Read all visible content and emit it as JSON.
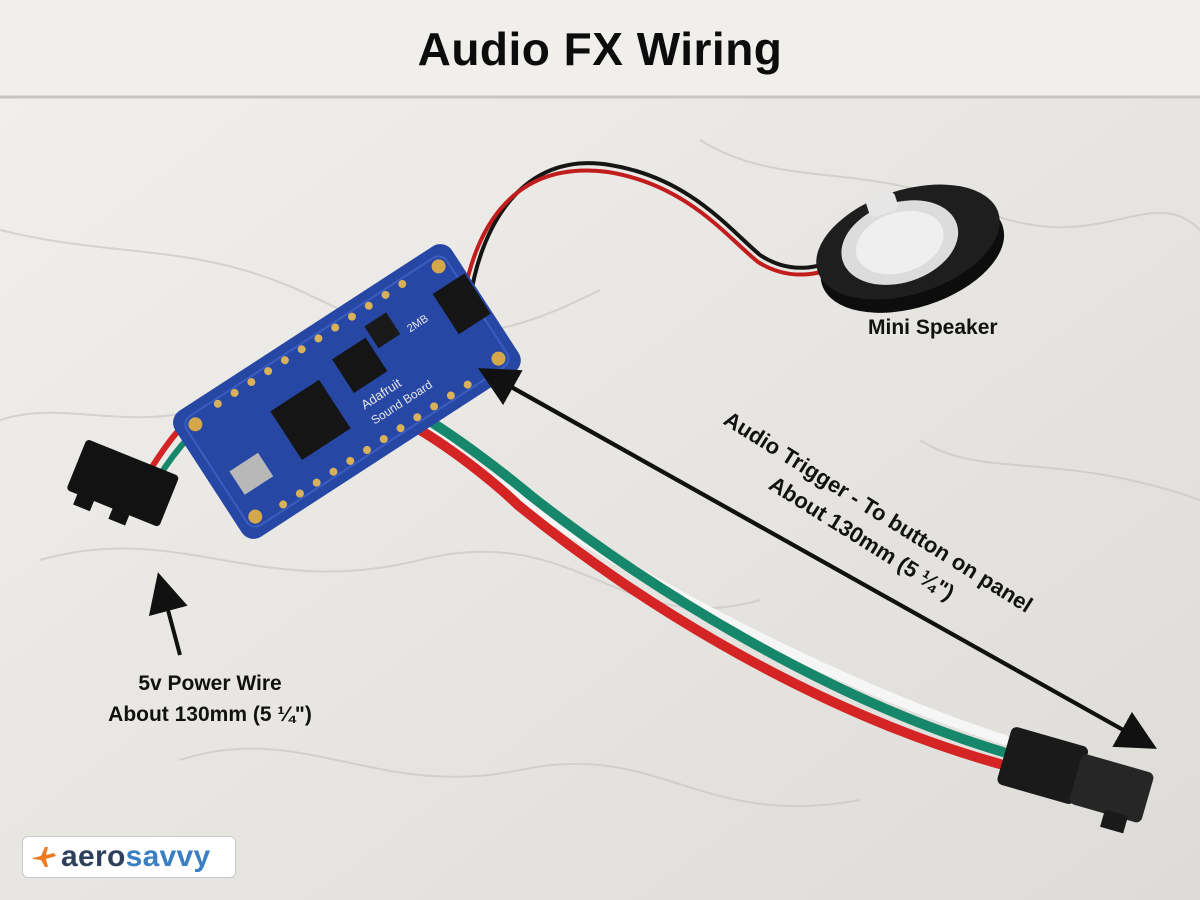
{
  "title": "Audio FX Wiring",
  "labels": {
    "speaker": "Mini Speaker",
    "power_line1": "5v Power Wire",
    "power_line2": "About 130mm (5 ¼\")",
    "trigger_line1": "Audio Trigger - To button on panel",
    "trigger_line2": "About 130mm (5 ¼\")"
  },
  "board_silkscreen": [
    "Adafruit",
    "Sound Board",
    "2MB"
  ],
  "logo": {
    "part1": "aero",
    "part2": "savvy"
  },
  "colors": {
    "background": "#eceae6",
    "board": "#2747a5",
    "wire_red": "#d42424",
    "wire_green": "#16876a",
    "wire_white": "#f6f6f6",
    "arrow": "#111111",
    "logo_dark": "#2e3f5c",
    "logo_blue": "#3a7fc4",
    "logo_plane": "#f07a22"
  }
}
